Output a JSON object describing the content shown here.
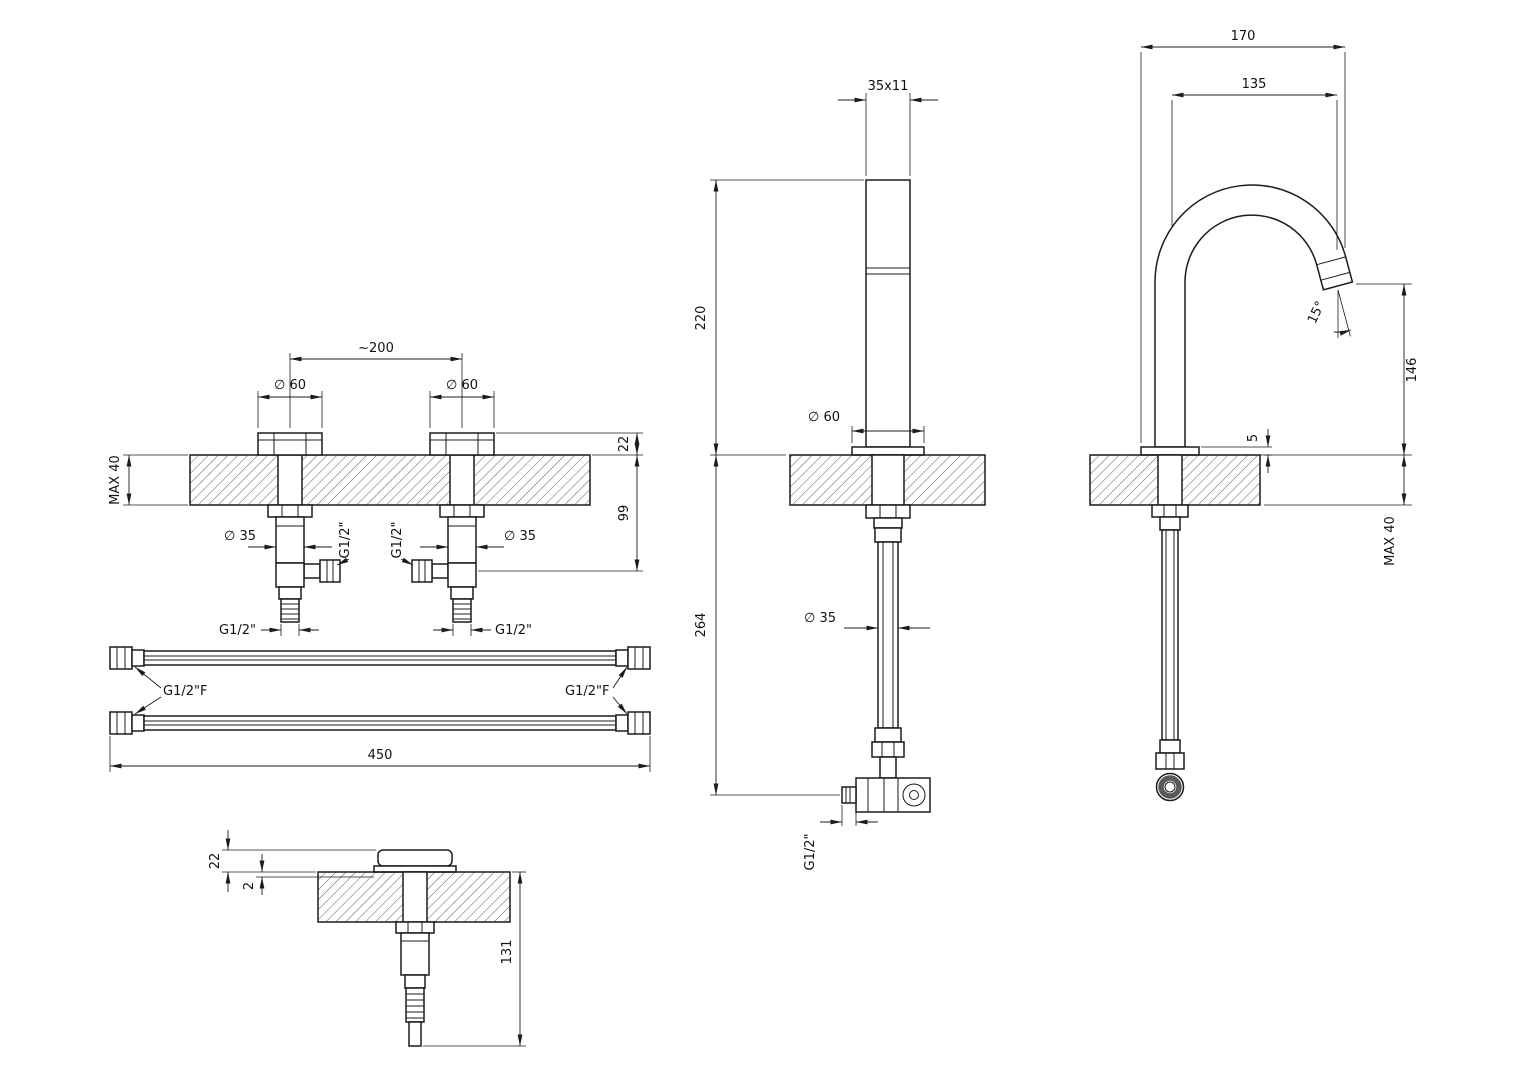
{
  "drawing": {
    "colors": {
      "line": "#1b1b1b",
      "background": "#ffffff"
    },
    "views": {
      "valves_front": {
        "spacing": "~200",
        "handle_dia_left": "∅ 60",
        "handle_dia_right": "∅ 60",
        "max_thickness": "MAX 40",
        "body_dia_left": "∅ 35",
        "body_dia_right": "∅ 35",
        "outlet_thread_left": "G1/2\"",
        "outlet_thread_right": "G1/2\"",
        "bottom_thread_left": "G1/2\"",
        "bottom_thread_right": "G1/2\"",
        "handle_height": "22",
        "outlet_depth": "99"
      },
      "hoses": {
        "thread_left": "G1/2\"F",
        "thread_right": "G1/2\"F",
        "length": "450"
      },
      "valve_side": {
        "handle_height": "22",
        "flange_gap": "2",
        "body_length": "131"
      },
      "spout_front": {
        "top_section": "35x11",
        "height_above_deck": "220",
        "flange_dia": "∅ 60",
        "shank_dia": "∅ 35",
        "length_below_deck": "264",
        "inlet_thread": "G1/2\""
      },
      "spout_side": {
        "overall_reach": "170",
        "spout_reach": "135",
        "outlet_angle": "15°",
        "outlet_height": "146",
        "flange_height": "5",
        "max_thickness": "MAX 40"
      }
    }
  }
}
